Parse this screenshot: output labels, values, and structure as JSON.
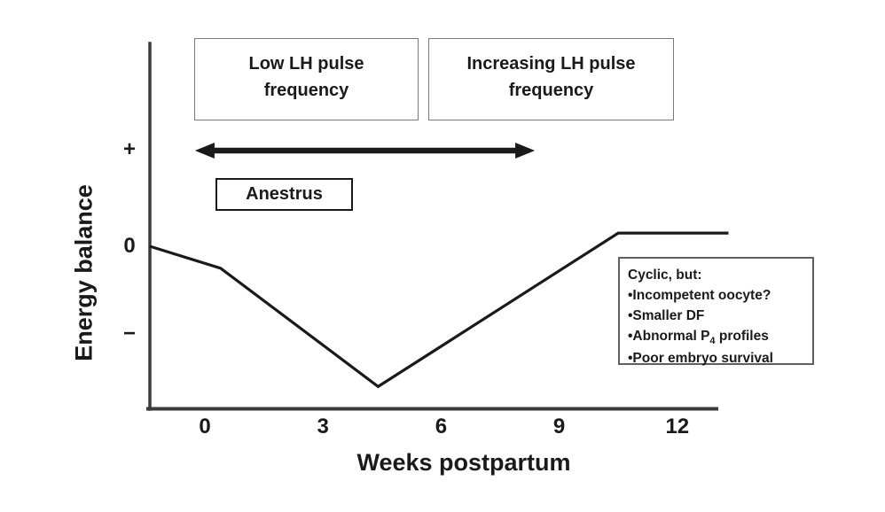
{
  "figure": {
    "colors": {
      "ink": "#1a1a1a",
      "box_border": "#7a7a7a",
      "axis": "#3a3a3a",
      "note_border": "#5f5f5f"
    },
    "boxes": {
      "low_lh": {
        "line1": "Low LH pulse",
        "line2": "frequency"
      },
      "increasing_lh": {
        "line1": "Increasing LH pulse",
        "line2": "frequency"
      },
      "anestrus": "Anestrus"
    },
    "cyclic_note": {
      "title": "Cyclic, but:",
      "line1": "•Incompetent oocyte?",
      "line2": "•Smaller DF",
      "line3_pre": "•Abnormal P",
      "line3_sub": "4",
      "line3_post": " profiles",
      "line4": "•Poor embryo survival"
    }
  },
  "chart_data": {
    "type": "line",
    "title": "",
    "xlabel": "Weeks postpartum",
    "ylabel": "Energy balance",
    "x_ticks": [
      "0",
      "3",
      "6",
      "9",
      "12"
    ],
    "x_tick_weeks": [
      0,
      3,
      6,
      9,
      12
    ],
    "xlim": [
      -1.5,
      13.5
    ],
    "y_markers": {
      "plus": "+",
      "zero": "0",
      "minus": "−"
    },
    "y_marker_eb": {
      "plus": 1.1,
      "zero": 0,
      "minus": -1.0
    },
    "grid": false,
    "legend": false,
    "series": [
      {
        "name": "Energy balance",
        "points": [
          [
            -1.4,
            0
          ],
          [
            0.4,
            -0.25
          ],
          [
            4.4,
            -1.6
          ],
          [
            10.5,
            0.15
          ],
          [
            13.3,
            0.15
          ]
        ]
      }
    ],
    "arrow": {
      "week_start": -0.25,
      "week_end": 8.38
    },
    "annotations": [
      "Low LH pulse frequency (early postpartum span)",
      "Increasing LH pulse frequency (later postpartum span)",
      "Anestrus period label",
      "Cyclic, but: incompetent oocyte? / smaller DF / abnormal P4 profiles / poor embryo survival"
    ]
  }
}
